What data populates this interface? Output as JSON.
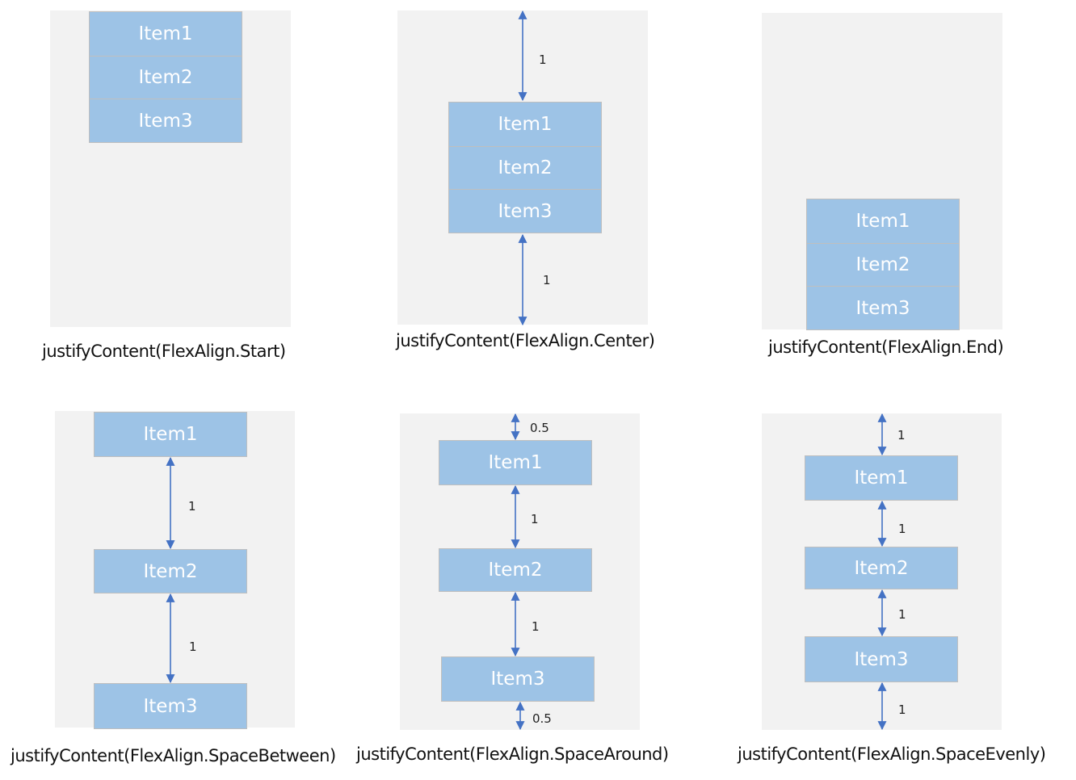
{
  "diagrams": [
    {
      "caption": "justifyContent(FlexAlign.Start)",
      "items": [
        "Item1",
        "Item2",
        "Item3"
      ],
      "gaps": []
    },
    {
      "caption": "justifyContent(FlexAlign.Center)",
      "items": [
        "Item1",
        "Item2",
        "Item3"
      ],
      "gaps": [
        "1",
        "1"
      ]
    },
    {
      "caption": "justifyContent(FlexAlign.End)",
      "items": [
        "Item1",
        "Item2",
        "Item3"
      ],
      "gaps": []
    },
    {
      "caption": "justifyContent(FlexAlign.SpaceBetween)",
      "items": [
        "Item1",
        "Item2",
        "Item3"
      ],
      "gaps": [
        "1",
        "1"
      ]
    },
    {
      "caption": "justifyContent(FlexAlign.SpaceAround)",
      "items": [
        "Item1",
        "Item2",
        "Item3"
      ],
      "gaps": [
        "0.5",
        "1",
        "1",
        "0.5"
      ]
    },
    {
      "caption": "justifyContent(FlexAlign.SpaceEvenly)",
      "items": [
        "Item1",
        "Item2",
        "Item3"
      ],
      "gaps": [
        "1",
        "1",
        "1",
        "1"
      ]
    }
  ],
  "colors": {
    "panel": "#f2f2f2",
    "item": "#9dc3e6",
    "item_border": "#bfbfbf",
    "arrow": "#4472c4"
  }
}
